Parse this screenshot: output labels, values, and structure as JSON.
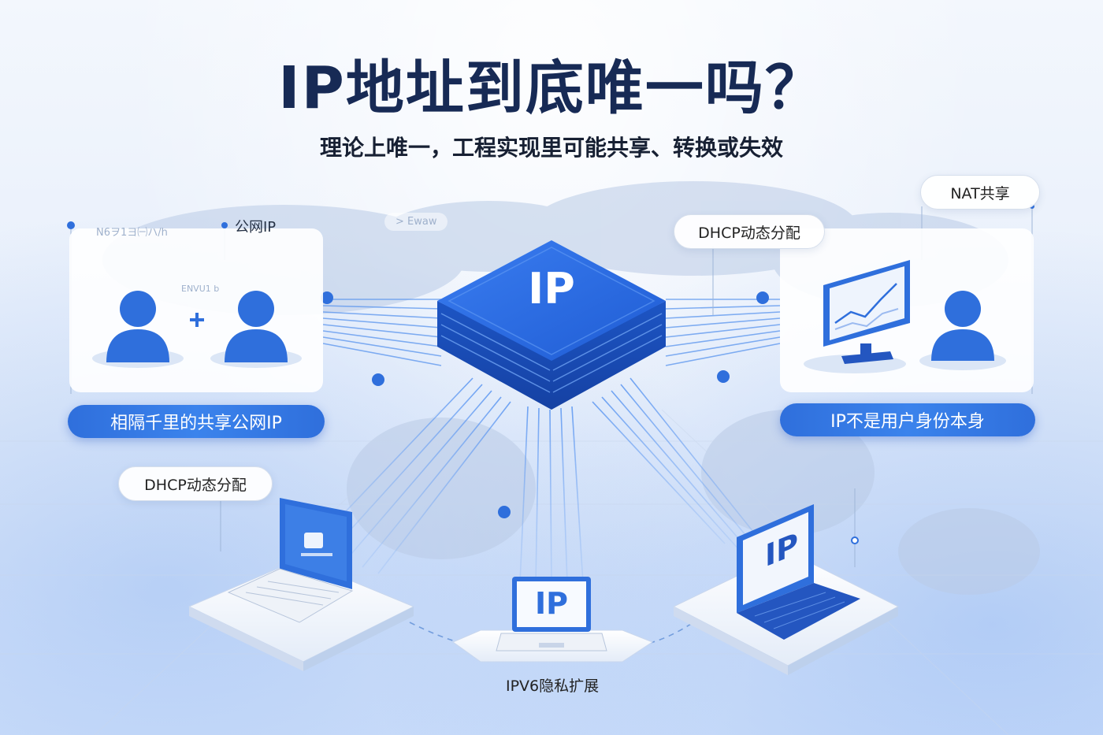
{
  "title": "IP地址到底唯一吗？",
  "subtitle": "理论上唯一，工程实现里可能共享、转换或失效",
  "center_chip": {
    "label": "IP"
  },
  "labels": {
    "public_ip": "公网IP",
    "dhcp_top": "DHCP动态分配",
    "nat_share": "NAT共享",
    "dhcp_left": "DHCP动态分配",
    "ipv6_privacy": "IPV6隐私扩展",
    "faint_top_left": "N6ヲ1ヨ㈠ハ/h",
    "faint_arrow": "> Ewaw",
    "faint_small": "ENVU1 b"
  },
  "banners": {
    "left": "相隔千里的共享公网IP",
    "right": "IP不是用户身份本身"
  },
  "devices": {
    "laptop_center_screen": "IP",
    "laptop_right_screen": "IP"
  },
  "colors": {
    "primary_blue": "#2f6fdc",
    "dark_navy": "#172a55",
    "chip_blue": "#2563d9"
  }
}
